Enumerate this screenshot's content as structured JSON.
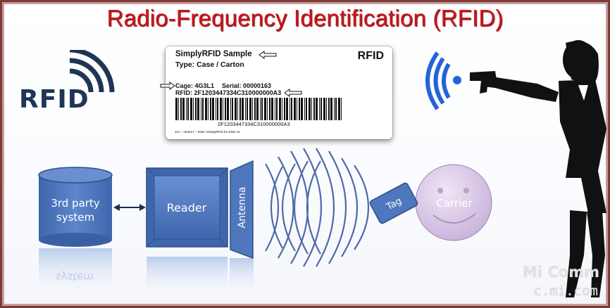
{
  "title": "Radio-Frequency Identification (RFID)",
  "logo": {
    "text": "RFID",
    "icon": "rfid-waves-icon"
  },
  "label": {
    "title": "SimplyRFID Sample",
    "type": "Type: Case / Carton",
    "badge": "RFID",
    "cage": "Cage: 4G3L1",
    "serial": "Serial: 00000163",
    "epc": "RFID: 2F1203447334C310000000A3",
    "barcode_text": "2F1203447334C310000000A3",
    "footer": "211 – 1E4417 – 025C SimplyRFID for DOD v4"
  },
  "diagram": {
    "system": [
      "3rd party",
      "system"
    ],
    "reader": "Reader",
    "antenna": "Antenna",
    "tag": "Tag",
    "carrier": "Carrier"
  },
  "colors": {
    "title": "#c8161d",
    "box": "#4f77bd",
    "box_dark": "#2f4f88",
    "carrier": "#d9c7e6",
    "wave": "#4f6aa8"
  },
  "watermark": {
    "line1": "Mi Comm",
    "line2": "c.mi.com"
  }
}
